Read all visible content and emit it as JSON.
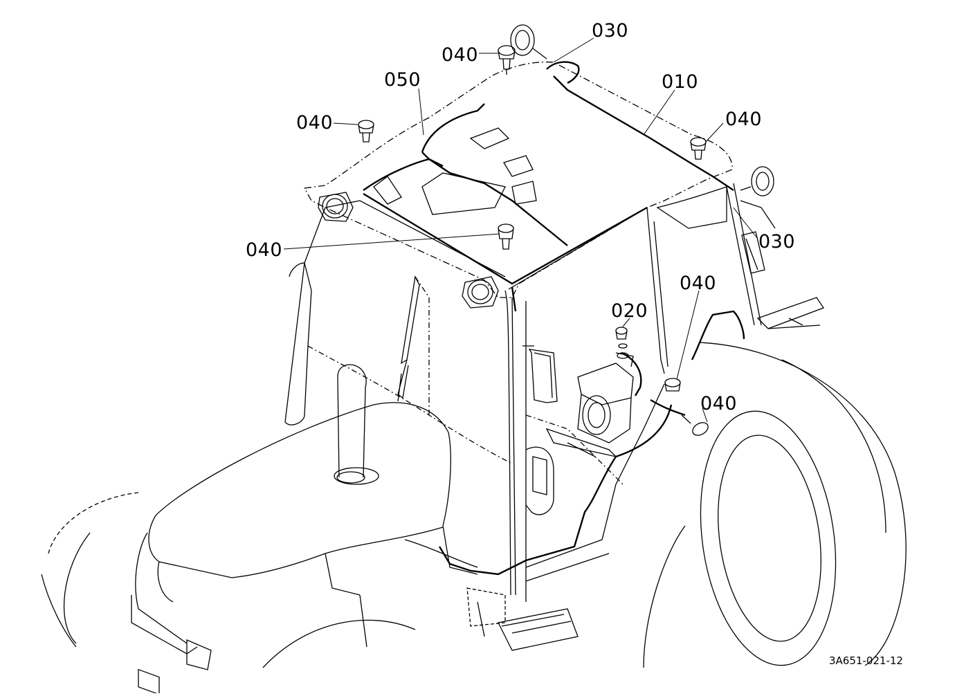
{
  "callouts": [
    {
      "id": "c-030-top",
      "text": "030"
    },
    {
      "id": "c-040-top",
      "text": "040"
    },
    {
      "id": "c-050",
      "text": "050"
    },
    {
      "id": "c-010",
      "text": "010"
    },
    {
      "id": "c-040-left",
      "text": "040"
    },
    {
      "id": "c-040-right",
      "text": "040"
    },
    {
      "id": "c-040-mid",
      "text": "040"
    },
    {
      "id": "c-030-right",
      "text": "030"
    },
    {
      "id": "c-040-lower",
      "text": "040"
    },
    {
      "id": "c-020",
      "text": "020"
    },
    {
      "id": "c-040-bottom",
      "text": "040"
    }
  ],
  "drawing_code": "3A651-021-12",
  "colors": {
    "line": "#000000",
    "background": "#ffffff"
  }
}
